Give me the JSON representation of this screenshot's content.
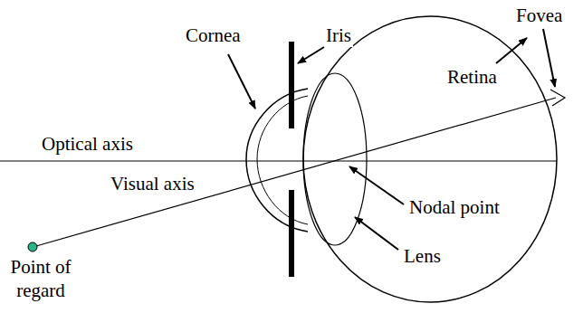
{
  "diagram": {
    "labels": [
      "Cornea",
      "Iris",
      "Fovea",
      "Retina",
      "Optical axis",
      "Visual axis",
      "Nodal point",
      "Point of regard",
      "Lens"
    ]
  }
}
